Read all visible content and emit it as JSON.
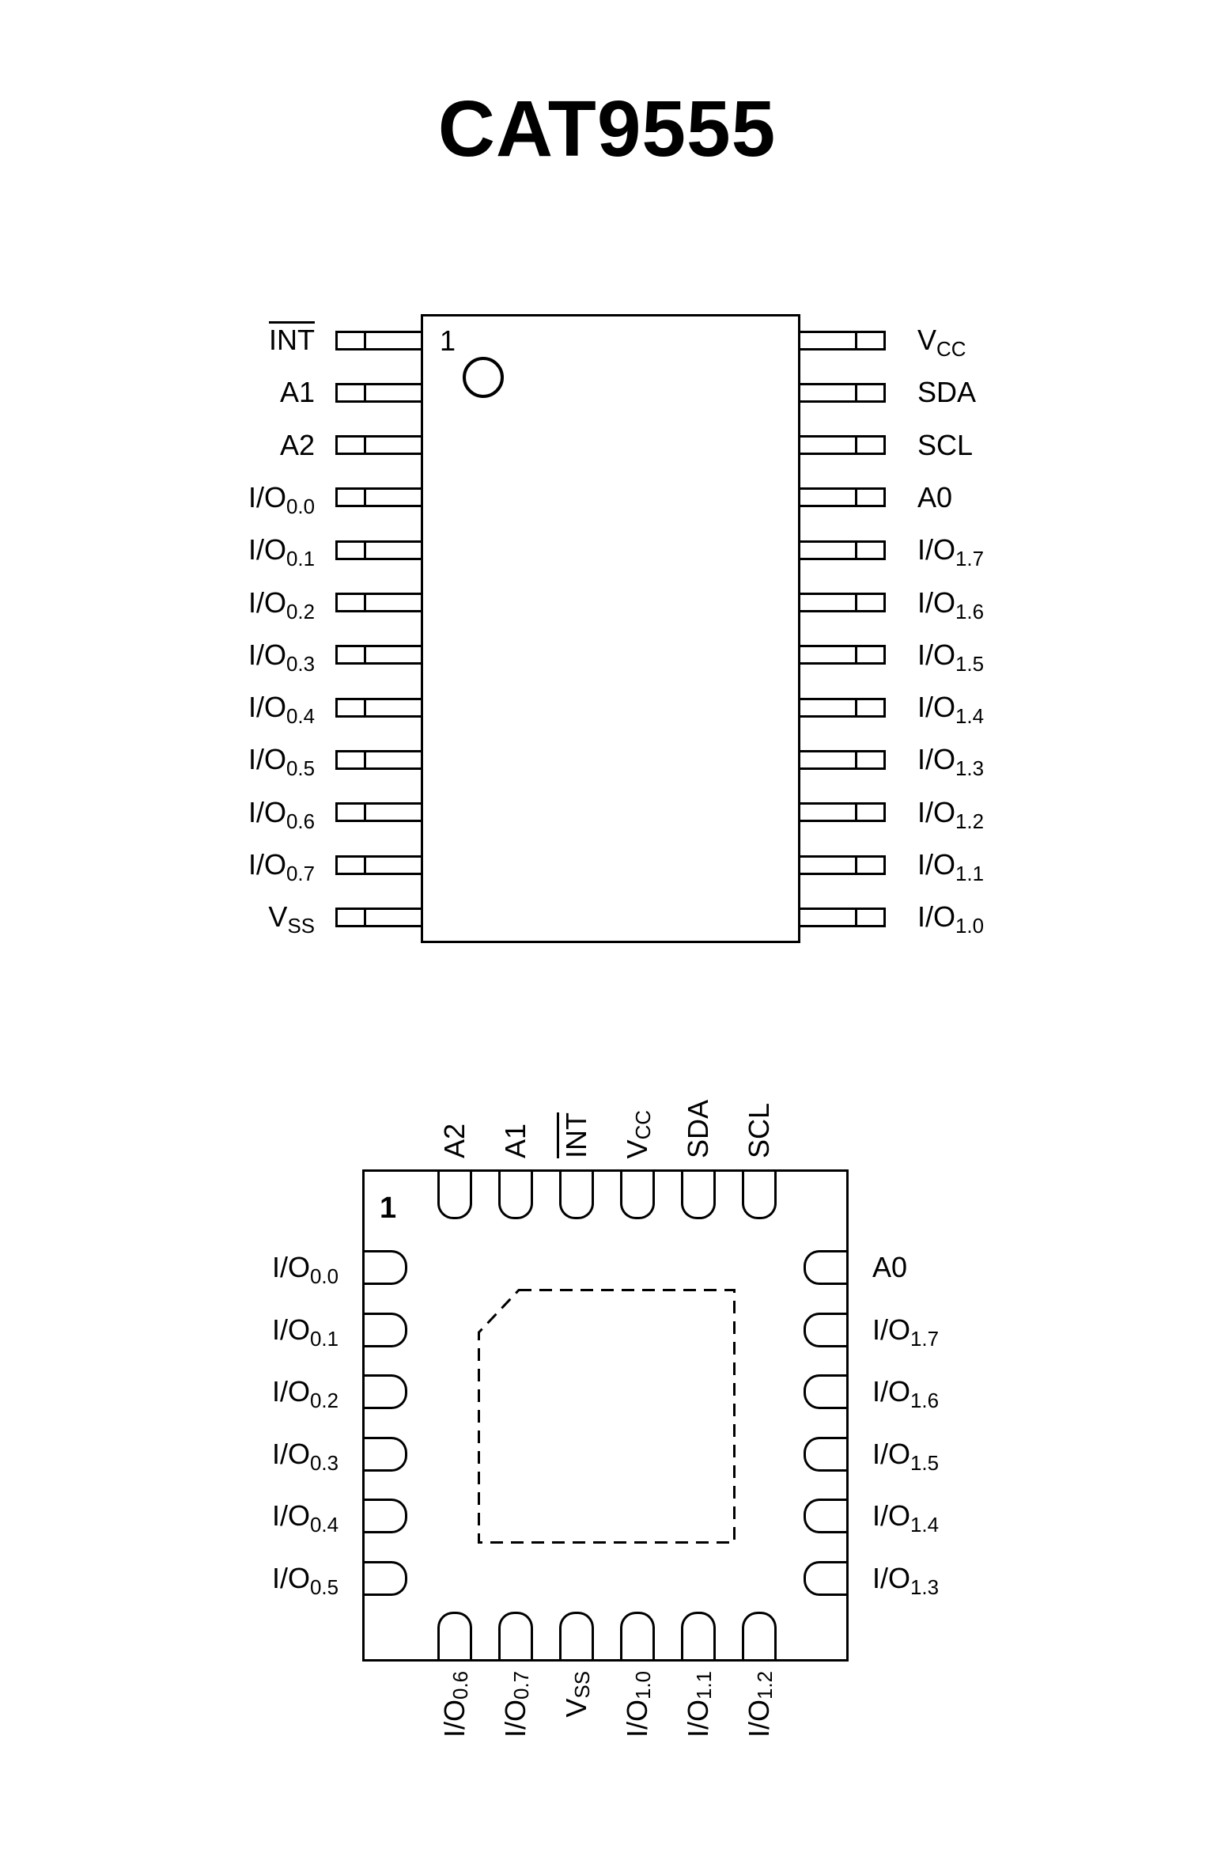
{
  "title": "CAT9555",
  "colors": {
    "ink": "#000000",
    "background": "#ffffff"
  },
  "soic_package": {
    "pin1_marker": "1",
    "left_pins": [
      {
        "main": "INT",
        "sub": "",
        "overline": true
      },
      {
        "main": "A1",
        "sub": "",
        "overline": false
      },
      {
        "main": "A2",
        "sub": "",
        "overline": false
      },
      {
        "main": "I/O",
        "sub": "0.0",
        "overline": false
      },
      {
        "main": "I/O",
        "sub": "0.1",
        "overline": false
      },
      {
        "main": "I/O",
        "sub": "0.2",
        "overline": false
      },
      {
        "main": "I/O",
        "sub": "0.3",
        "overline": false
      },
      {
        "main": "I/O",
        "sub": "0.4",
        "overline": false
      },
      {
        "main": "I/O",
        "sub": "0.5",
        "overline": false
      },
      {
        "main": "I/O",
        "sub": "0.6",
        "overline": false
      },
      {
        "main": "I/O",
        "sub": "0.7",
        "overline": false
      },
      {
        "main": "V",
        "sub": "SS",
        "overline": false
      }
    ],
    "right_pins": [
      {
        "main": "V",
        "sub": "CC",
        "overline": false
      },
      {
        "main": "SDA",
        "sub": "",
        "overline": false
      },
      {
        "main": "SCL",
        "sub": "",
        "overline": false
      },
      {
        "main": "A0",
        "sub": "",
        "overline": false
      },
      {
        "main": "I/O",
        "sub": "1.7",
        "overline": false
      },
      {
        "main": "I/O",
        "sub": "1.6",
        "overline": false
      },
      {
        "main": "I/O",
        "sub": "1.5",
        "overline": false
      },
      {
        "main": "I/O",
        "sub": "1.4",
        "overline": false
      },
      {
        "main": "I/O",
        "sub": "1.3",
        "overline": false
      },
      {
        "main": "I/O",
        "sub": "1.2",
        "overline": false
      },
      {
        "main": "I/O",
        "sub": "1.1",
        "overline": false
      },
      {
        "main": "I/O",
        "sub": "1.0",
        "overline": false
      }
    ]
  },
  "qfn_package": {
    "pin1_marker": "1",
    "top_pins": [
      {
        "main": "A2",
        "sub": "",
        "overline": false
      },
      {
        "main": "A1",
        "sub": "",
        "overline": false
      },
      {
        "main": "INT",
        "sub": "",
        "overline": true
      },
      {
        "main": "V",
        "sub": "CC",
        "overline": false
      },
      {
        "main": "SDA",
        "sub": "",
        "overline": false
      },
      {
        "main": "SCL",
        "sub": "",
        "overline": false
      }
    ],
    "left_pins": [
      {
        "main": "I/O",
        "sub": "0.0",
        "overline": false
      },
      {
        "main": "I/O",
        "sub": "0.1",
        "overline": false
      },
      {
        "main": "I/O",
        "sub": "0.2",
        "overline": false
      },
      {
        "main": "I/O",
        "sub": "0.3",
        "overline": false
      },
      {
        "main": "I/O",
        "sub": "0.4",
        "overline": false
      },
      {
        "main": "I/O",
        "sub": "0.5",
        "overline": false
      }
    ],
    "right_pins": [
      {
        "main": "A0",
        "sub": "",
        "overline": false
      },
      {
        "main": "I/O",
        "sub": "1.7",
        "overline": false
      },
      {
        "main": "I/O",
        "sub": "1.6",
        "overline": false
      },
      {
        "main": "I/O",
        "sub": "1.5",
        "overline": false
      },
      {
        "main": "I/O",
        "sub": "1.4",
        "overline": false
      },
      {
        "main": "I/O",
        "sub": "1.3",
        "overline": false
      }
    ],
    "bottom_pins": [
      {
        "main": "I/O",
        "sub": "0.6",
        "overline": false
      },
      {
        "main": "I/O",
        "sub": "0.7",
        "overline": false
      },
      {
        "main": "V",
        "sub": "SS",
        "overline": false
      },
      {
        "main": "I/O",
        "sub": "1.0",
        "overline": false
      },
      {
        "main": "I/O",
        "sub": "1.1",
        "overline": false
      },
      {
        "main": "I/O",
        "sub": "1.2",
        "overline": false
      }
    ]
  }
}
